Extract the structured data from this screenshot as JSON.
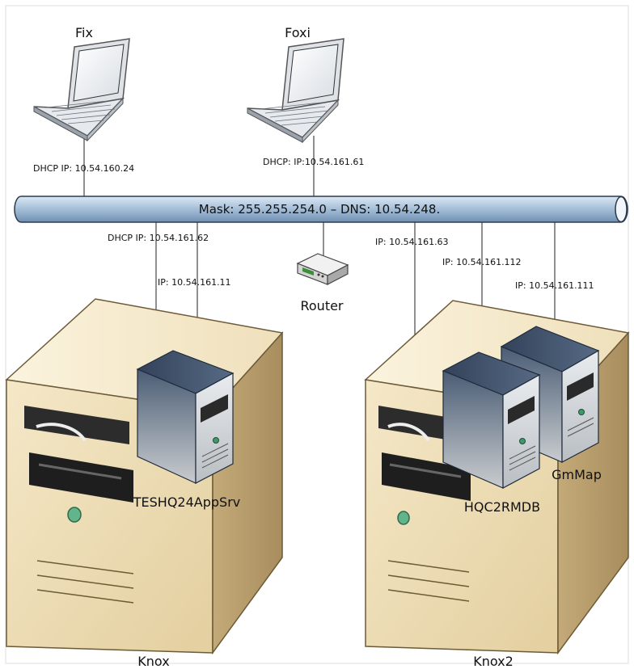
{
  "diagram": {
    "network_bus": {
      "label": "Mask: 255.255.254.0 – DNS: 10.54.248."
    },
    "laptops": [
      {
        "name": "Fix",
        "ip": "DHCP IP: 10.54.160.24"
      },
      {
        "name": "Foxi",
        "ip": "DHCP: IP:10.54.161.61"
      }
    ],
    "router": {
      "name": "Router"
    },
    "hosts": [
      {
        "name": "Knox",
        "ip": "DHCP IP: 10.54.161.62",
        "vm": {
          "name": "TESHQ24AppSrv",
          "ip": "IP: 10.54.161.11"
        }
      },
      {
        "name": "Knox2",
        "ip": "IP: 10.54.161.63",
        "vms": [
          {
            "name": "HQC2RMDB",
            "ip": "IP: 10.54.161.112"
          },
          {
            "name": "GmMap",
            "ip": "IP: 10.54.161.111"
          }
        ]
      }
    ]
  }
}
